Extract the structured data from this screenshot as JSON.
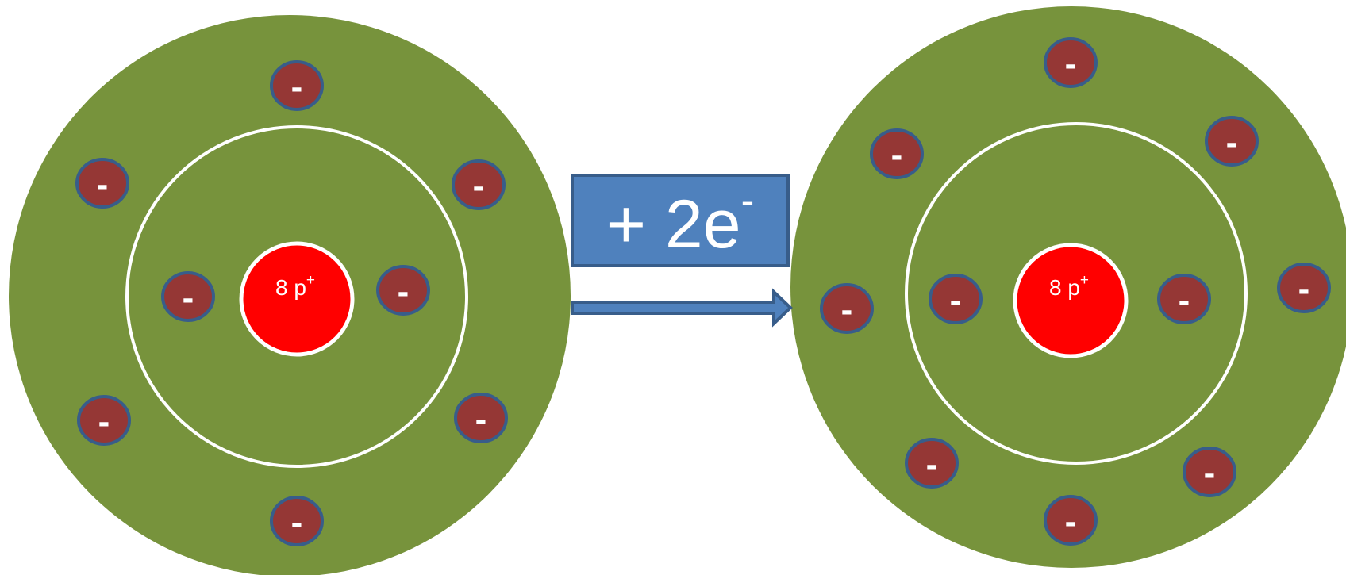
{
  "colors": {
    "shell": "#77933c",
    "orbit": "#ffffff",
    "nucleus": "#ff0000",
    "electron": "#953735",
    "electron_border": "#385d8a",
    "reaction_box": "#4f81bd",
    "reaction_border": "#385d8a"
  },
  "left_atom": {
    "nucleus": {
      "number": "8",
      "symbol": "p",
      "charge": "+"
    },
    "inner_electrons": 2,
    "outer_electrons": 6,
    "electron_sign": "-"
  },
  "right_atom": {
    "nucleus": {
      "number": "8",
      "symbol": "p",
      "charge": "+"
    },
    "inner_electrons": 2,
    "outer_electrons": 8,
    "electron_sign": "-"
  },
  "reaction": {
    "prefix": "+ 2e",
    "superscript": "-"
  },
  "icons": {
    "arrow": "right-arrow-icon"
  }
}
